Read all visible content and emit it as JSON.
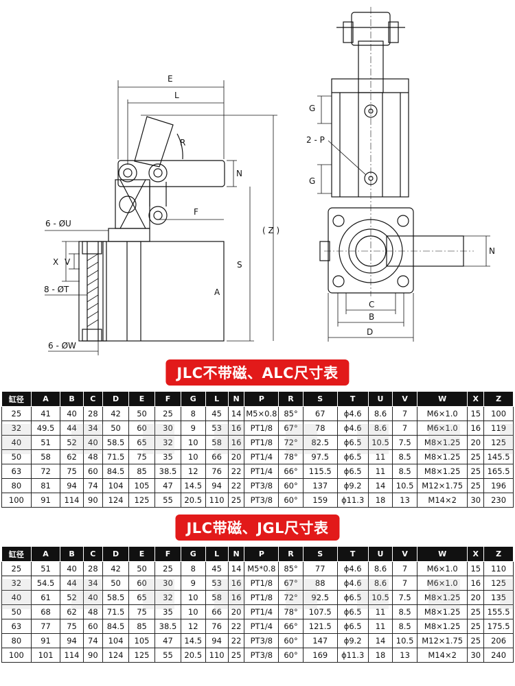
{
  "drawing": {
    "labels": {
      "E": "E",
      "L": "L",
      "R": "R",
      "N": "N",
      "F": "F",
      "Z": "( Z )",
      "S": "S",
      "A": "A",
      "U": "6 - ØU",
      "X": "X",
      "V": "V",
      "T": "8 - ØT",
      "W": "6 - ØW",
      "G": "G",
      "P": "2 - P",
      "C": "C",
      "B": "B",
      "D": "D"
    }
  },
  "table1": {
    "title": "JLC不带磁、ALC尺寸表",
    "headers": [
      "缸径",
      "A",
      "B",
      "C",
      "D",
      "E",
      "F",
      "G",
      "L",
      "N",
      "P",
      "R",
      "S",
      "T",
      "U",
      "V",
      "W",
      "X",
      "Z"
    ],
    "rows": [
      [
        "25",
        "41",
        "40",
        "28",
        "42",
        "50",
        "25",
        "8",
        "45",
        "14",
        "M5×0.8",
        "85°",
        "67",
        "ϕ4.6",
        "8.6",
        "7",
        "M6×1.0",
        "15",
        "100"
      ],
      [
        "32",
        "49.5",
        "44",
        "34",
        "50",
        "60",
        "30",
        "9",
        "53",
        "16",
        "PT1/8",
        "67°",
        "78",
        "ϕ4.6",
        "8.6",
        "7",
        "M6×1.0",
        "16",
        "119"
      ],
      [
        "40",
        "51",
        "52",
        "40",
        "58.5",
        "65",
        "32",
        "10",
        "58",
        "16",
        "PT1/8",
        "72°",
        "82.5",
        "ϕ6.5",
        "10.5",
        "7.5",
        "M8×1.25",
        "20",
        "125"
      ],
      [
        "50",
        "58",
        "62",
        "48",
        "71.5",
        "75",
        "35",
        "10",
        "66",
        "20",
        "PT1/4",
        "78°",
        "97.5",
        "ϕ6.5",
        "11",
        "8.5",
        "M8×1.25",
        "25",
        "145.5"
      ],
      [
        "63",
        "72",
        "75",
        "60",
        "84.5",
        "85",
        "38.5",
        "12",
        "76",
        "22",
        "PT1/4",
        "66°",
        "115.5",
        "ϕ6.5",
        "11",
        "8.5",
        "M8×1.25",
        "25",
        "165.5"
      ],
      [
        "80",
        "81",
        "94",
        "74",
        "104",
        "105",
        "47",
        "14.5",
        "94",
        "22",
        "PT3/8",
        "60°",
        "137",
        "ϕ9.2",
        "14",
        "10.5",
        "M12×1.75",
        "25",
        "196"
      ],
      [
        "100",
        "91",
        "114",
        "90",
        "124",
        "125",
        "55",
        "20.5",
        "110",
        "25",
        "PT3/8",
        "60°",
        "159",
        "ϕ11.3",
        "18",
        "13",
        "M14×2",
        "30",
        "230"
      ]
    ]
  },
  "table2": {
    "title": "JLC带磁、JGL尺寸表",
    "headers": [
      "缸径",
      "A",
      "B",
      "C",
      "D",
      "E",
      "F",
      "G",
      "L",
      "N",
      "P",
      "R",
      "S",
      "T",
      "U",
      "V",
      "W",
      "X",
      "Z"
    ],
    "rows": [
      [
        "25",
        "51",
        "40",
        "28",
        "42",
        "50",
        "25",
        "8",
        "45",
        "14",
        "M5*0.8",
        "85°",
        "77",
        "ϕ4.6",
        "8.6",
        "7",
        "M6×1.0",
        "15",
        "110"
      ],
      [
        "32",
        "54.5",
        "44",
        "34",
        "50",
        "60",
        "30",
        "9",
        "53",
        "16",
        "PT1/8",
        "67°",
        "88",
        "ϕ4.6",
        "8.6",
        "7",
        "M6×1.0",
        "16",
        "125"
      ],
      [
        "40",
        "61",
        "52",
        "40",
        "58.5",
        "65",
        "32",
        "10",
        "58",
        "16",
        "PT1/8",
        "72°",
        "92.5",
        "ϕ6.5",
        "10.5",
        "7.5",
        "M8×1.25",
        "20",
        "135"
      ],
      [
        "50",
        "68",
        "62",
        "48",
        "71.5",
        "75",
        "35",
        "10",
        "66",
        "20",
        "PT1/4",
        "78°",
        "107.5",
        "ϕ6.5",
        "11",
        "8.5",
        "M8×1.25",
        "25",
        "155.5"
      ],
      [
        "63",
        "77",
        "75",
        "60",
        "84.5",
        "85",
        "38.5",
        "12",
        "76",
        "22",
        "PT1/4",
        "66°",
        "121.5",
        "ϕ6.5",
        "11",
        "8.5",
        "M8×1.25",
        "25",
        "175.5"
      ],
      [
        "80",
        "91",
        "94",
        "74",
        "104",
        "105",
        "47",
        "14.5",
        "94",
        "22",
        "PT3/8",
        "60°",
        "147",
        "ϕ9.2",
        "14",
        "10.5",
        "M12×1.75",
        "25",
        "206"
      ],
      [
        "100",
        "101",
        "114",
        "90",
        "124",
        "125",
        "55",
        "20.5",
        "110",
        "25",
        "PT3/8",
        "60°",
        "169",
        "ϕ11.3",
        "18",
        "13",
        "M14×2",
        "30",
        "240"
      ]
    ]
  }
}
